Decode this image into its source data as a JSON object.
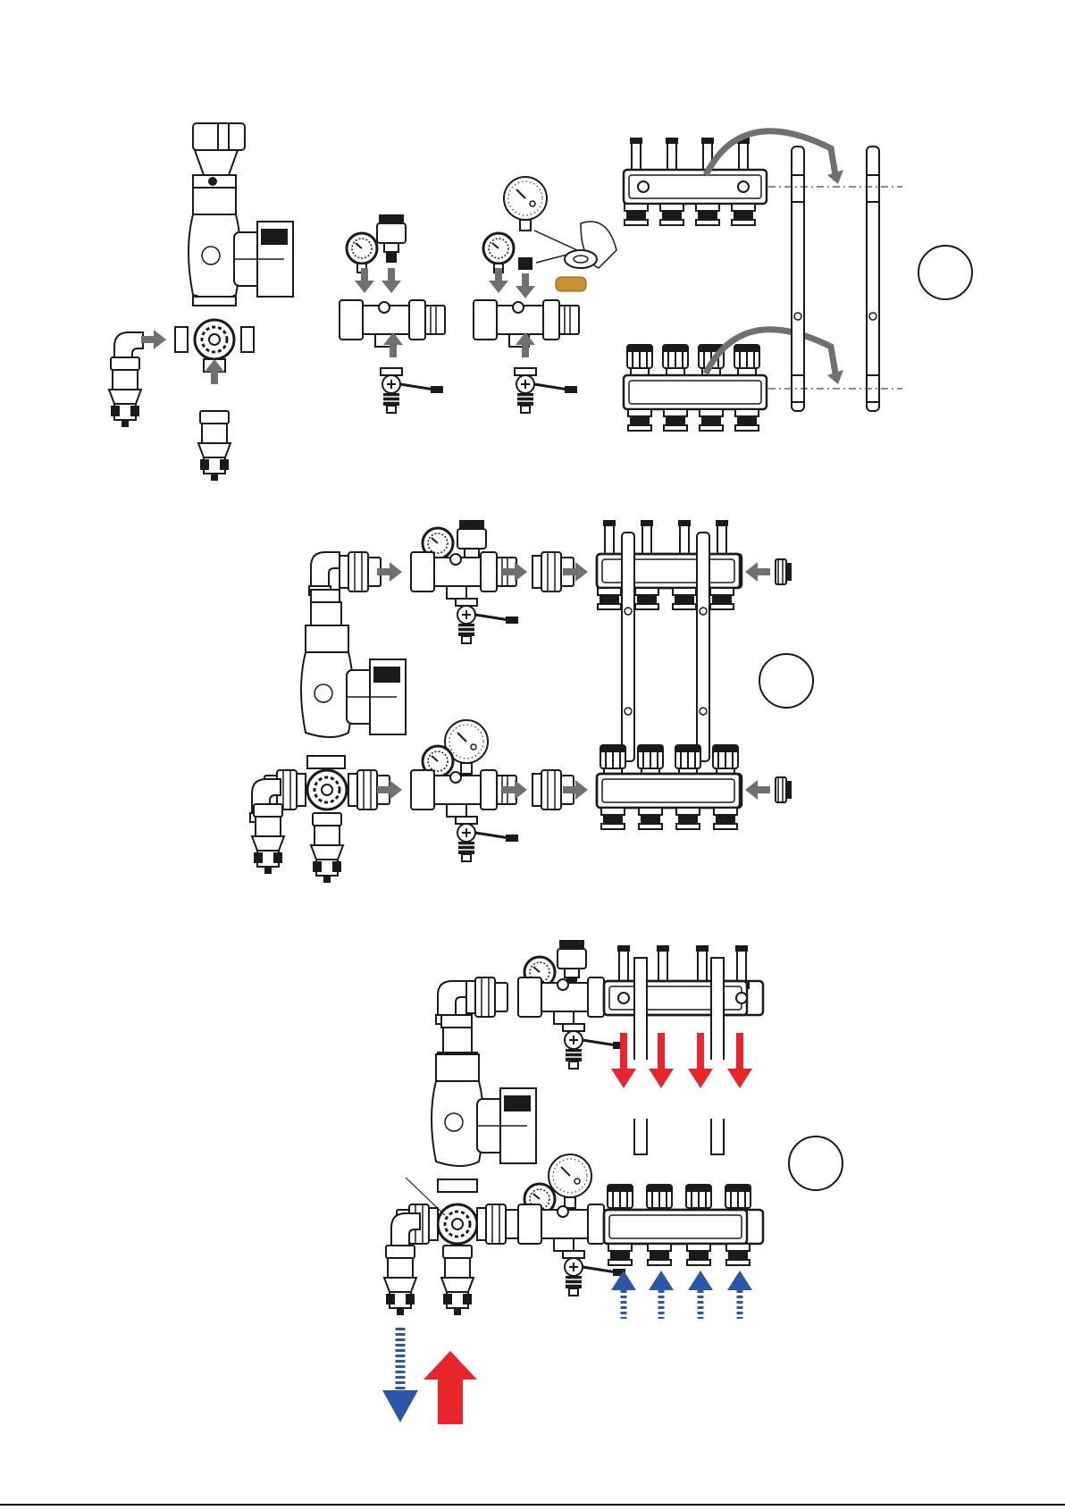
{
  "figure": {
    "sections": [
      {
        "id": "step-1",
        "label": ""
      },
      {
        "id": "step-2",
        "label": ""
      },
      {
        "id": "step-3",
        "label": ""
      }
    ],
    "colors": {
      "line": "#1a1a1a",
      "assembly_arrow": "#707070",
      "hot_flow": "#e8252b",
      "cold_flow": "#2a57a7",
      "brass": "#c8912e"
    },
    "icons": [
      "mixing-pump-icon",
      "thermometer-icon",
      "pressure-gauge-icon",
      "air-vent-icon",
      "drain-valve-icon",
      "manifold-icon",
      "bracket-icon",
      "sealing-tape-icon",
      "step-circle-icon"
    ]
  }
}
